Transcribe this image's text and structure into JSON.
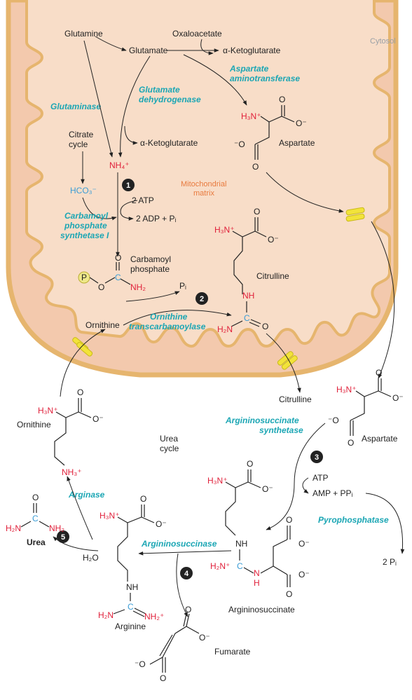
{
  "compartments": {
    "cytosol": "Cytosol",
    "matrix_line1": "Mitochondrial",
    "matrix_line2": "matrix",
    "cycle_line1": "Urea",
    "cycle_line2": "cycle"
  },
  "metabolites": {
    "glutamine": "Glutamine",
    "oxaloacetate": "Oxaloacetate",
    "glutamate": "Glutamate",
    "akg1": "α-Ketoglutarate",
    "akg2": "α-Ketoglutarate",
    "citrate_cycle_1": "Citrate",
    "citrate_cycle_2": "cycle",
    "nh4": "NH₄⁺",
    "hco3": "HCO₃⁻",
    "atp2": "2 ATP",
    "adp": "2 ADP + Pᵢ",
    "carbamoyl_1": "Carbamoyl",
    "carbamoyl_2": "phosphate",
    "pi": "Pᵢ",
    "ornithine_mito": "Ornithine",
    "aspartate_mito": "Aspartate",
    "citrulline_mito": "Citrulline",
    "citrulline_cyt": "Citrulline",
    "aspartate_cyt": "Aspartate",
    "ornithine_cyt": "Ornithine",
    "atp": "ATP",
    "amp": "AMP + PPᵢ",
    "two_pi": "2 Pᵢ",
    "argininosuccinate": "Argininosuccinate",
    "fumarate": "Fumarate",
    "arginine": "Arginine",
    "urea": "Urea",
    "water": "H₂O"
  },
  "enzymes": {
    "glutaminase": "Glutaminase",
    "glu_dh_1": "Glutamate",
    "glu_dh_2": "dehydrogenase",
    "asp_at_1": "Aspartate",
    "asp_at_2": "aminotransferase",
    "cps_1": "Carbamoyl",
    "cps_2": "phosphate",
    "cps_3": "synthetase I",
    "otc_1": "Ornithine",
    "otc_2": "transcarbamoylase",
    "ass_1": "Argininosuccinate",
    "ass_2": "synthetase",
    "pyrophosphatase": "Pyrophosphatase",
    "argininosuccinase": "Argininosuccinase",
    "arginase": "Arginase"
  },
  "steps": [
    "1",
    "2",
    "3",
    "4",
    "5"
  ],
  "atoms": {
    "p": "P",
    "o": "O",
    "c": "C",
    "nh2": "NH₂",
    "h2n": "H₂N",
    "h3n": "H₃N⁺",
    "nh3": "NH₃⁺",
    "nh": "NH",
    "n": "N",
    "h": "H",
    "h2n_plus": "H₂N⁺",
    "nh2_plus": "NH₂⁺",
    "om": "O⁻",
    "mo": "⁻O"
  },
  "colors": {
    "matrix_fill": "#f5d3bd",
    "membrane": "#e6b56e",
    "transporter": "#f2e33a",
    "enzyme": "#1ba6b4",
    "nitrogen": "#e0203a",
    "carbon_blue": "#3b9dd6"
  }
}
